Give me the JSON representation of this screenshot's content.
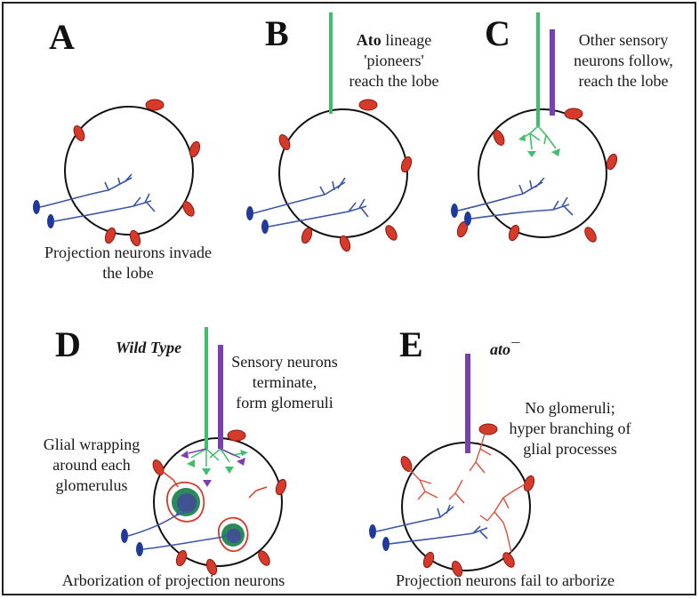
{
  "colors": {
    "ato_axon": "#3fbf6a",
    "sensory_axon": "#7a3fb0",
    "glia": "#d63a2a",
    "projection_neuron": "#3a56a8",
    "soma": "#1f3a9a",
    "glomerulus": "#2a8a5a"
  },
  "panels": {
    "a": {
      "letter": "A",
      "caption_line1": "Projection neurons invade",
      "caption_line2": "the lobe"
    },
    "b": {
      "letter": "B",
      "label_bold": "Ato",
      "label_line1_rest": " lineage",
      "label_line2": "'pioneers'",
      "label_line3": "reach the lobe"
    },
    "c": {
      "letter": "C",
      "label_line1": "Other sensory",
      "label_line2": "neurons follow,",
      "label_line3": "reach the lobe"
    },
    "d": {
      "letter": "D",
      "title": "Wild Type",
      "sensory_line1": "Sensory neurons",
      "sensory_line2": "terminate,",
      "sensory_line3": "form glomeruli",
      "glial_line1": "Glial wrapping",
      "glial_line2": "around each",
      "glial_line3": "glomerulus",
      "caption": "Arborization of projection neurons"
    },
    "e": {
      "letter": "E",
      "title": "ato¯",
      "label_line1": "No glomeruli;",
      "label_line2": "hyper branching of",
      "label_line3": "glial processes",
      "caption": "Projection neurons fail to arborize"
    }
  }
}
